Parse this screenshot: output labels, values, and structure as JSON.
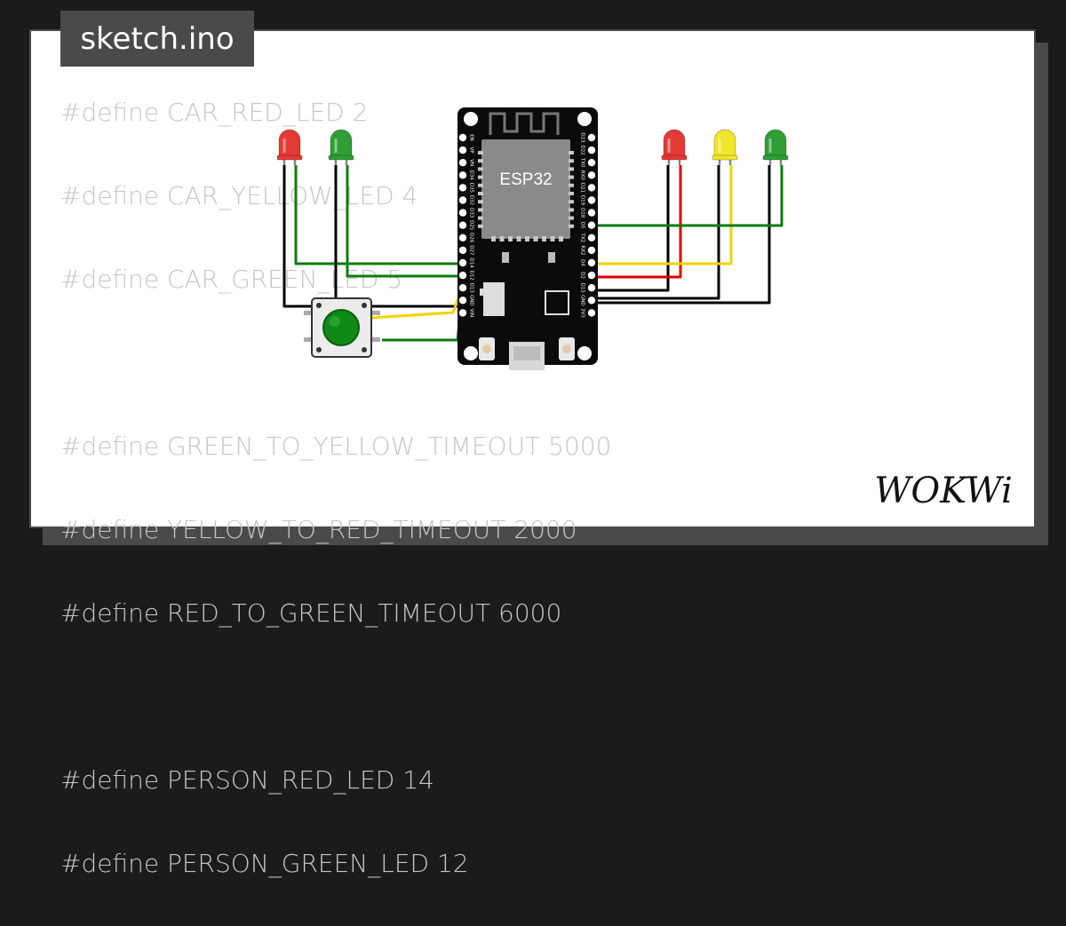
{
  "file_tab": {
    "label": "sketch.ino"
  },
  "code_lines": [
    "#define CAR_RED_LED 2",
    "#define CAR_YELLOW_LED 4",
    "#define CAR_GREEN_LED 5",
    "",
    "#define GREEN_TO_YELLOW_TIMEOUT 5000",
    "#define YELLOW_TO_RED_TIMEOUT 2000",
    "#define RED_TO_GREEN_TIMEOUT 6000",
    "",
    "#define PERSON_RED_LED 14",
    "#define PERSON_GREEN_LED 12"
  ],
  "board": {
    "label": "ESP32",
    "left_pins": [
      "EN",
      "VP",
      "VN",
      "D34",
      "D35",
      "D32",
      "D33",
      "D25",
      "D26",
      "D27",
      "D14",
      "D12",
      "D13",
      "GND",
      "VIN"
    ],
    "right_pins": [
      "D23",
      "D22",
      "TX0",
      "RX0",
      "D21",
      "D19",
      "D18",
      "D5",
      "TX2",
      "RX2",
      "D4",
      "D2",
      "D15",
      "GND",
      "3V3"
    ]
  },
  "brand": {
    "logo_text": "WOKWi"
  },
  "colors": {
    "led_red": "#e53935",
    "led_yellow": "#f2e628",
    "led_green": "#2e9e35",
    "wire_green": "#0a7d0a",
    "wire_red": "#e00000",
    "wire_yellow": "#f2d200",
    "wire_black": "#000000"
  }
}
